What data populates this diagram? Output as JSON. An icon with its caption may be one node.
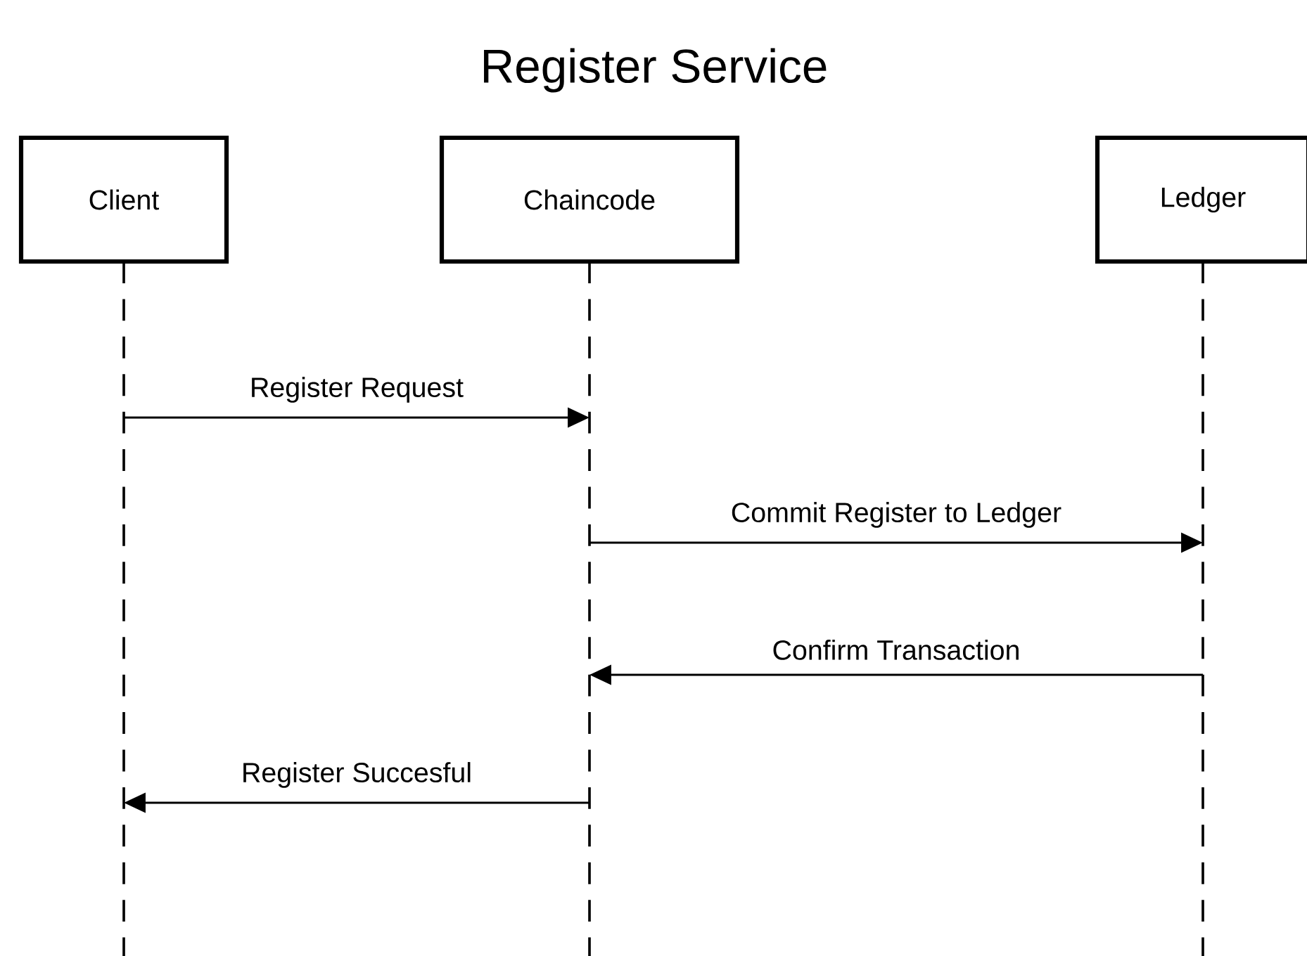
{
  "diagram": {
    "title": "Register Service",
    "nodes": [
      {
        "text": [
          "Client"
        ]
      },
      {
        "text": [
          "Chaincode"
        ]
      },
      {
        "text": [
          "Ledger"
        ]
      }
    ],
    "edges": [
      {
        "from": 0,
        "to": 1,
        "arrow": "to",
        "label": "Register Request"
      },
      {
        "from": 1,
        "to": 2,
        "arrow": "to",
        "label": "Commit Register to Ledger"
      },
      {
        "from": 2,
        "to": 1,
        "arrow": "to",
        "label": "Confirm Transaction"
      },
      {
        "from": 1,
        "to": 0,
        "arrow": "to",
        "label": "Register Succesful"
      }
    ]
  }
}
